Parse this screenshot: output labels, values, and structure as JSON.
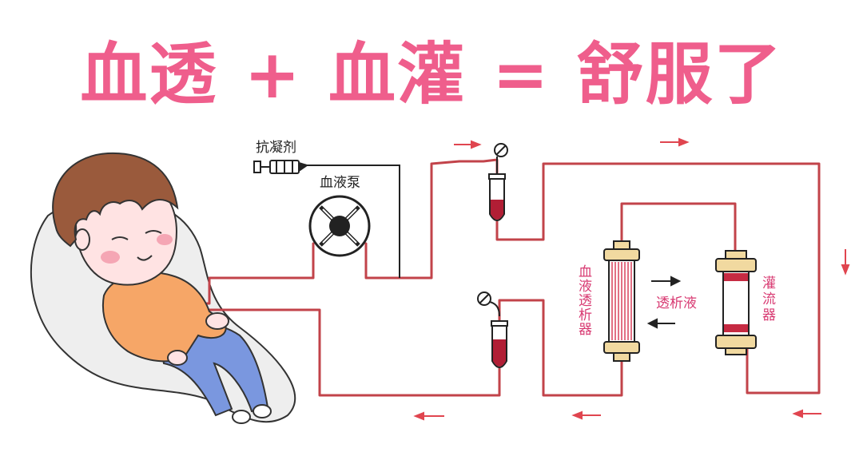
{
  "title": {
    "part1": "血透",
    "plus": "+",
    "part2": "血灌",
    "equals": "=",
    "part3": "舒服了"
  },
  "labels": {
    "anticoagulant": "抗凝剂",
    "blood_pump": "血液泵",
    "dialyzer": [
      "血",
      "液",
      "透",
      "析",
      "器"
    ],
    "dialysate": "透析液",
    "perfusion": [
      "灌",
      "流",
      "器"
    ]
  },
  "colors": {
    "title": "#ef5e8c",
    "tube": "#c2434a",
    "arrow": "#e0454f",
    "label": "#d83a72",
    "text_dark": "#222222",
    "skin": "#ffe3e3",
    "hair": "#9a5a3c",
    "shirt": "#f6a667",
    "pants": "#7a97df",
    "chair": "#eeeeee",
    "blood": "#b11e35",
    "filter_cap": "#f1d9a0"
  },
  "icons": {
    "syringe": "syringe-icon",
    "pump": "blood-pump-icon",
    "drip": "drip-chamber-icon",
    "dialyzer": "dialyzer-icon",
    "perfusion": "perfusion-cartridge-icon"
  }
}
